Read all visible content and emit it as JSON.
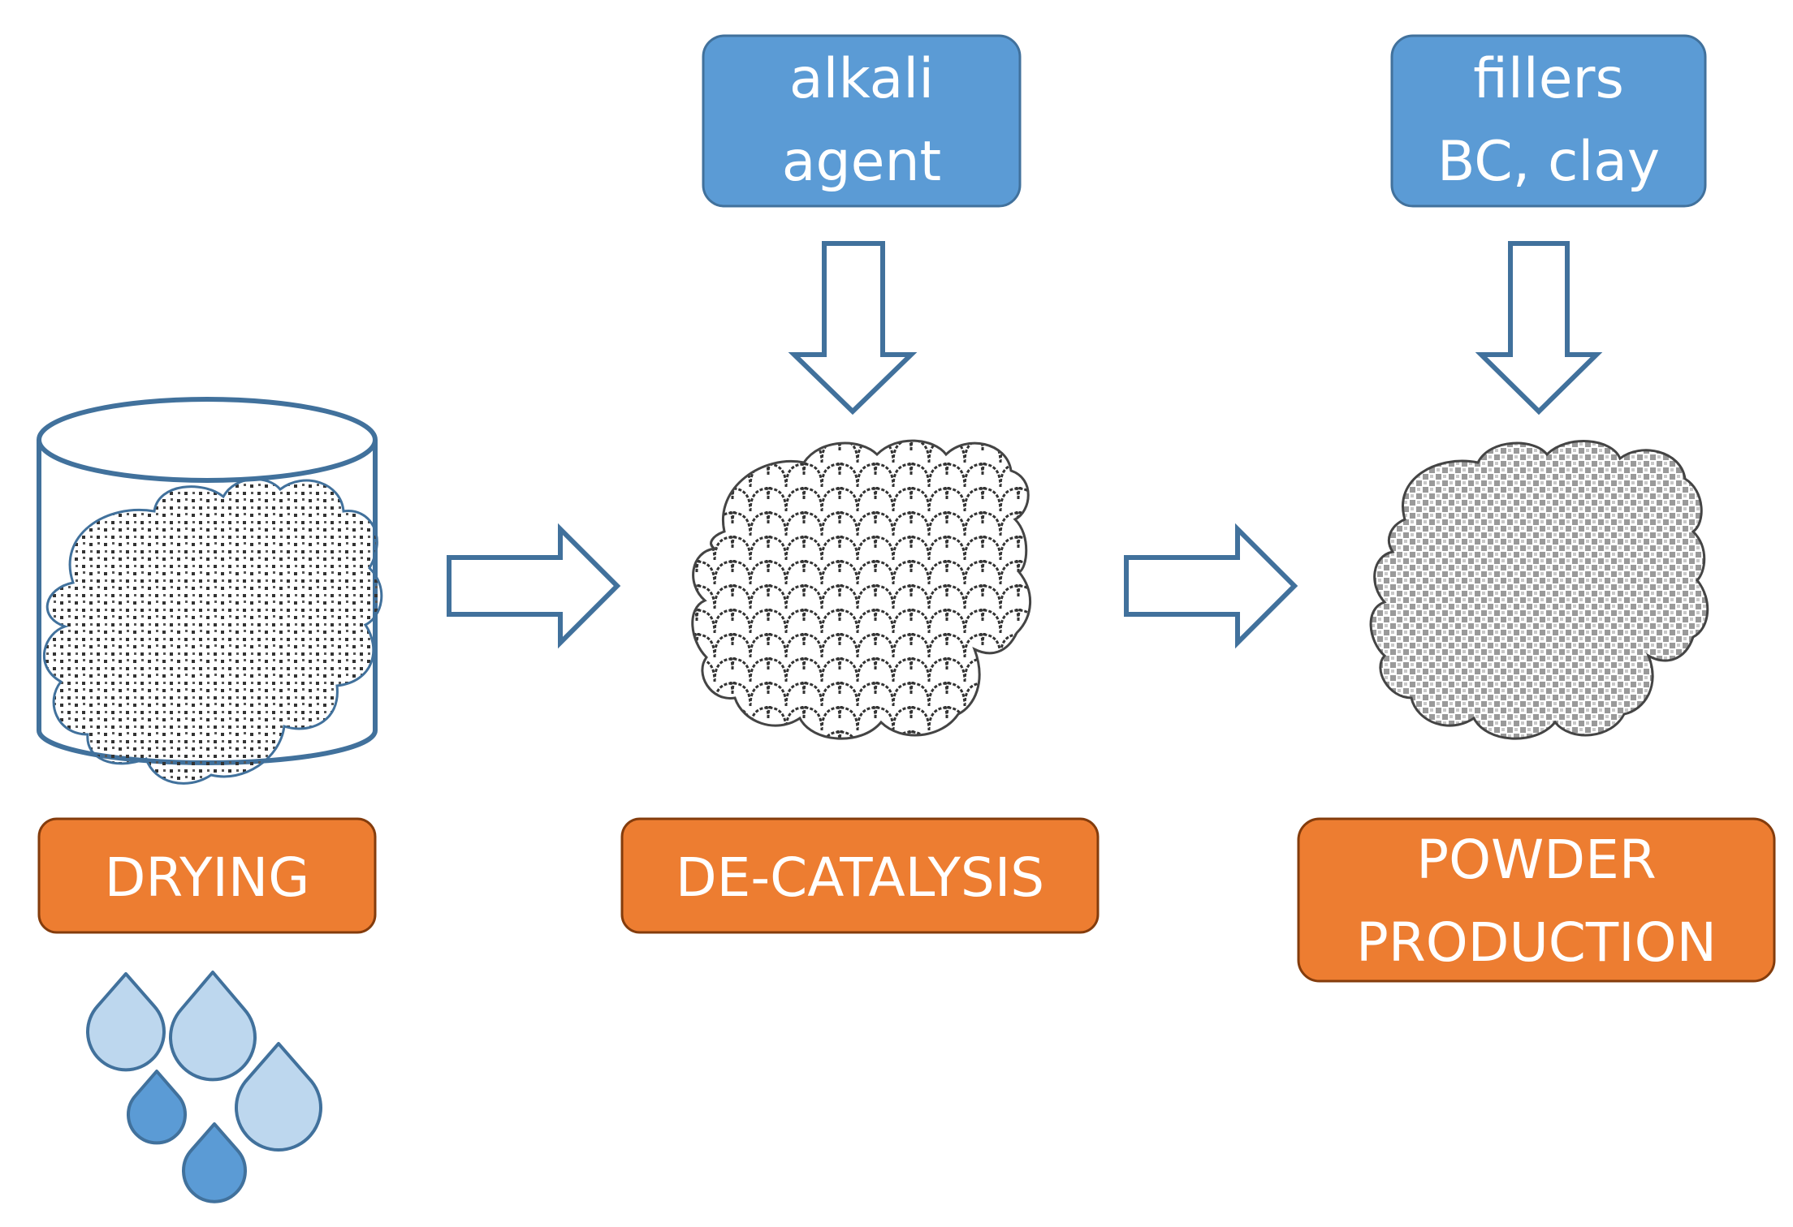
{
  "inputs": {
    "alkali": {
      "line1": "alkali",
      "line2": "agent"
    },
    "fillers": {
      "line1": "fillers",
      "line2": "BC, clay"
    }
  },
  "steps": {
    "drying": {
      "label": "DRYING"
    },
    "decatalysis": {
      "label": "DE-CATALYSIS"
    },
    "powder": {
      "line1": "POWDER",
      "line2": "PRODUCTION"
    }
  },
  "colors": {
    "input_box": "#5b9bd5",
    "step_box": "#ed7d31",
    "outline": "#41719c",
    "drop_light": "#bdd7ee",
    "drop_dark": "#5b9bd5"
  }
}
